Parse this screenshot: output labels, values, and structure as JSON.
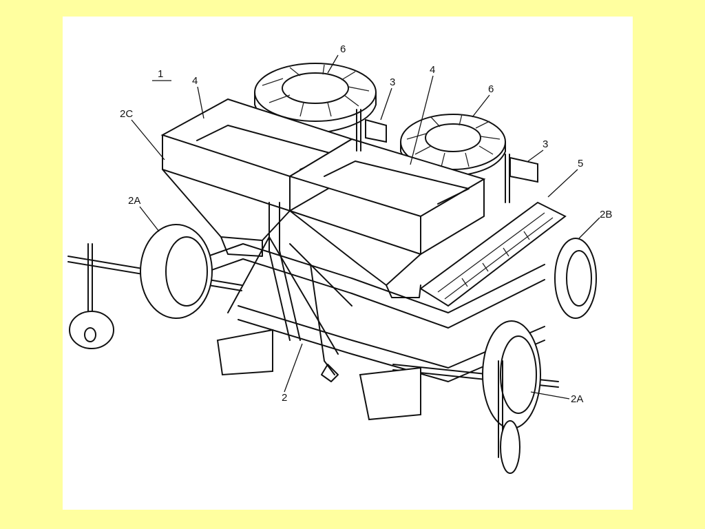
{
  "labels": {
    "l1": "1",
    "l2": "2",
    "l2a_left": "2A",
    "l2a_right": "2A",
    "l2b": "2B",
    "l2c": "2C",
    "l3_top": "3",
    "l3_right": "3",
    "l4_left": "4",
    "l4_right": "4",
    "l5": "5",
    "l6_left": "6",
    "l6_right": "6"
  },
  "colors": {
    "background": "#ffff9f",
    "panel": "#ffffff",
    "ink": "#111111"
  }
}
